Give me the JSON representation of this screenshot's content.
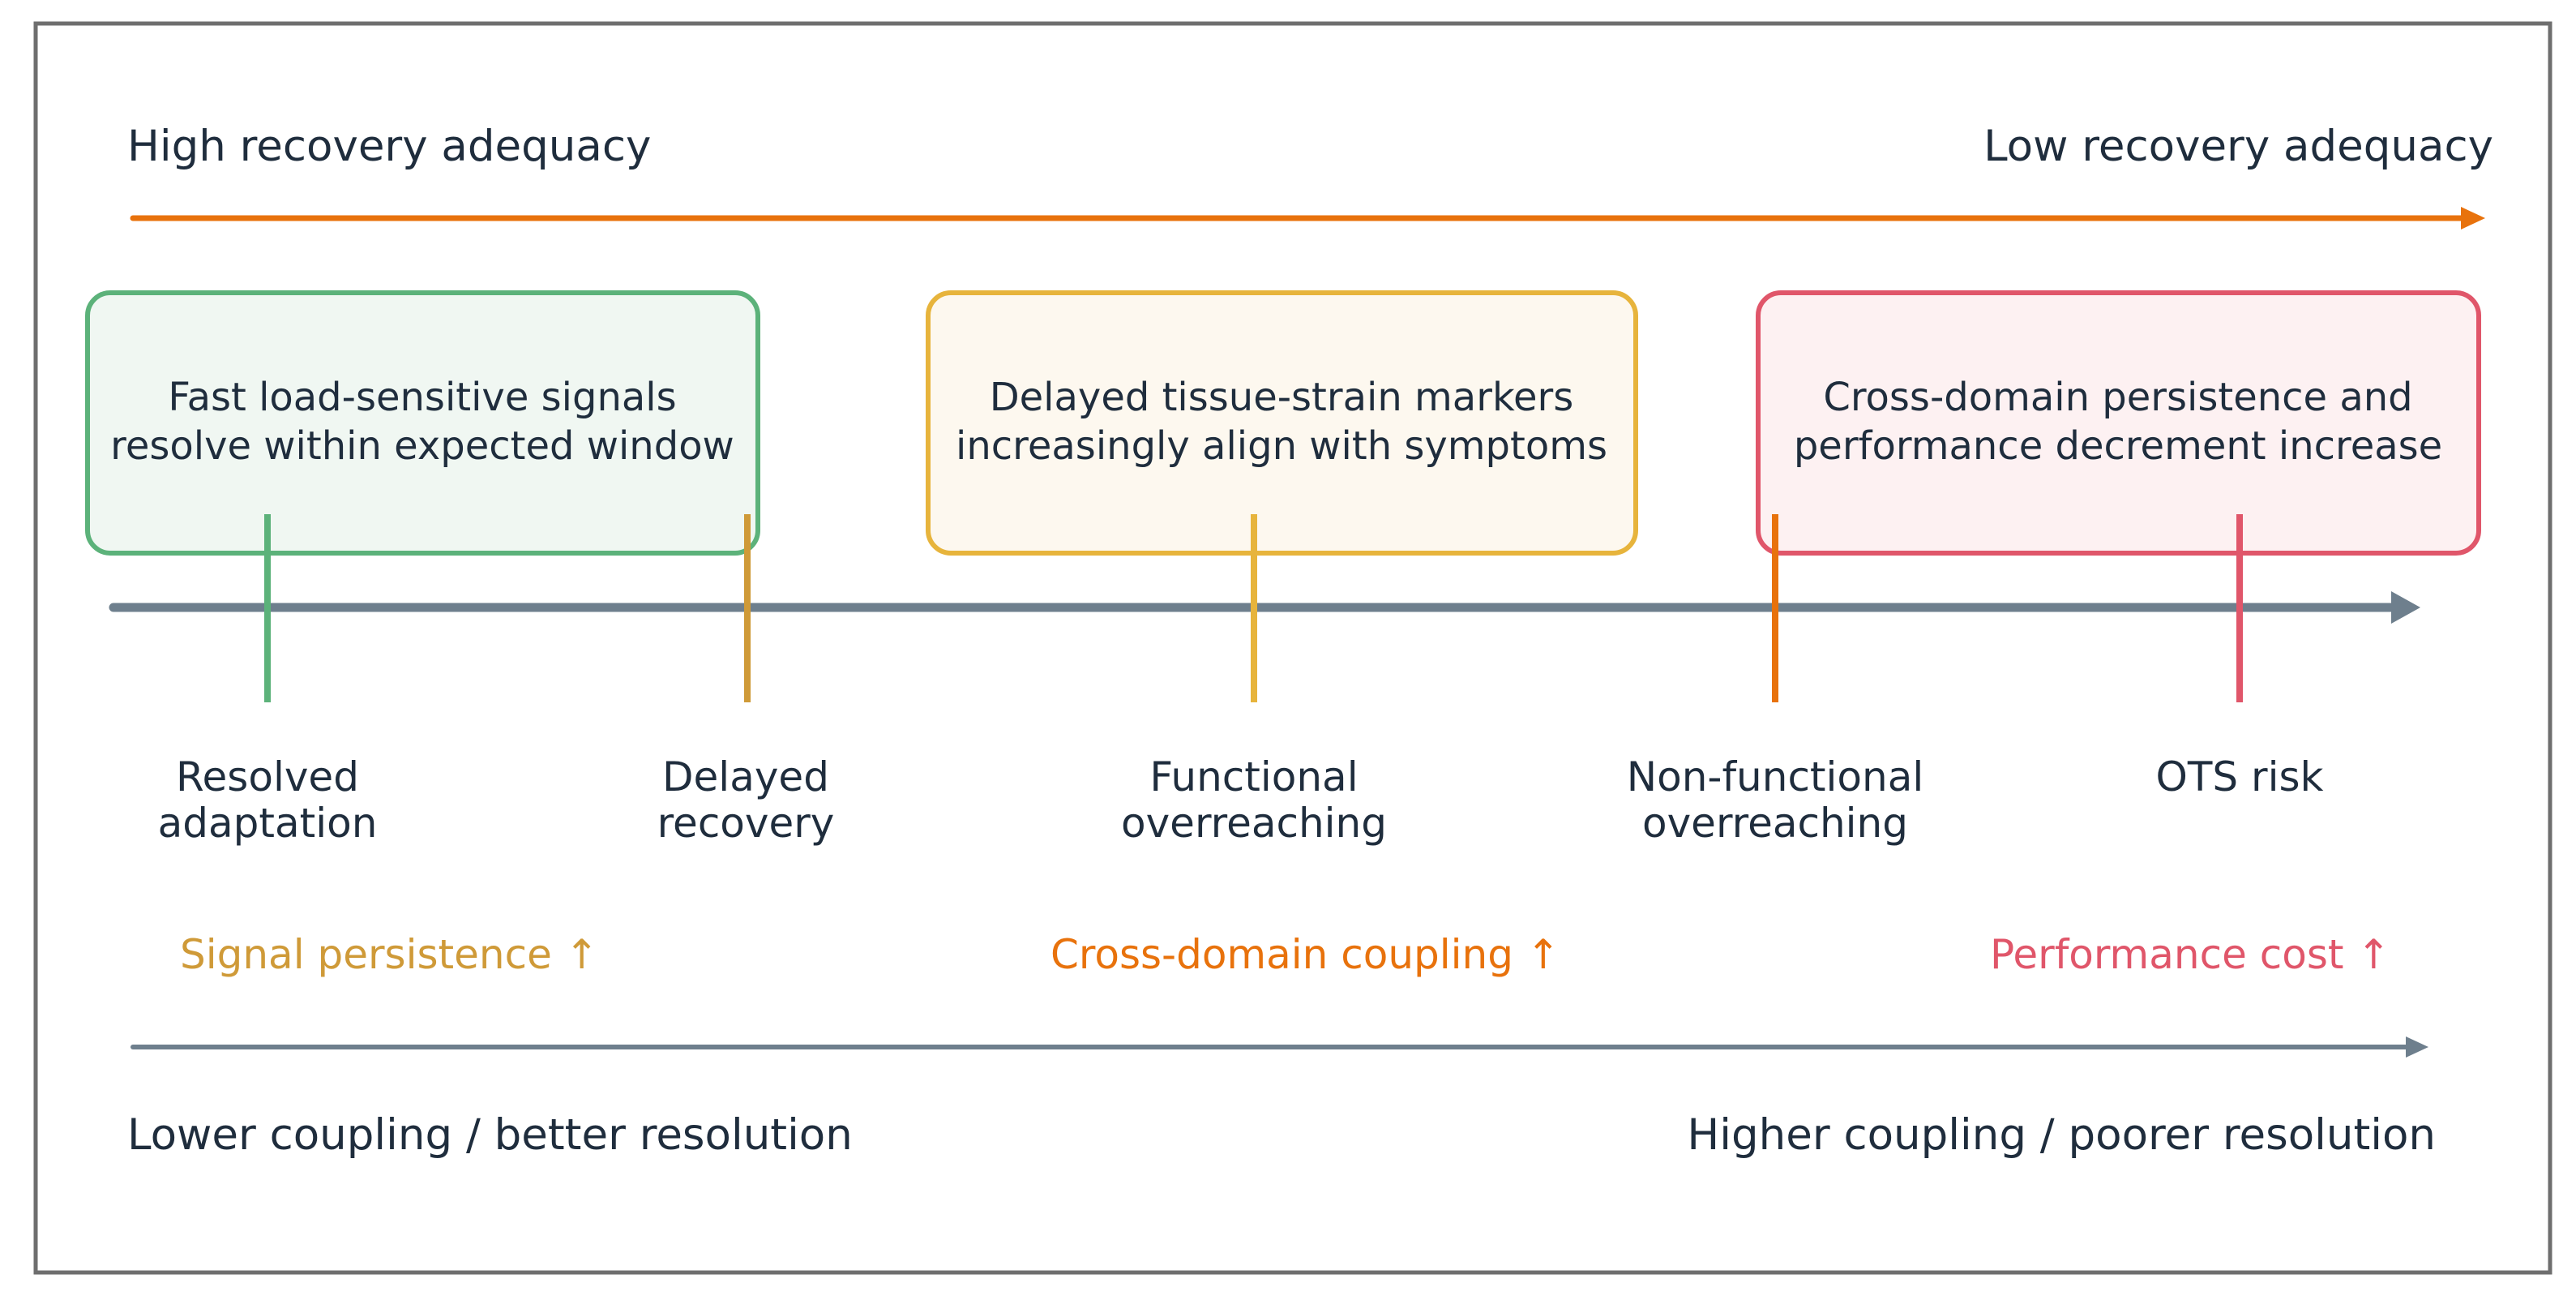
{
  "colors": {
    "frame": "#6e6e6e",
    "text": "#1f2d3d",
    "axis": "#6e7f8d",
    "orange": "#e8720c",
    "green": "#5cb27a",
    "green_fill": "#f0f7f2",
    "yellow": "#e7b43c",
    "yellow_fill": "#fdf8ef",
    "amber": "#cf9a38",
    "red": "#e0566a",
    "red_fill": "#fdf1f2"
  },
  "top_axis": {
    "left_label": "High recovery adequacy",
    "right_label": "Low recovery adequacy"
  },
  "boxes": [
    {
      "line1": "Fast load-sensitive signals",
      "line2": "resolve within expected window"
    },
    {
      "line1": "Delayed tissue-strain markers",
      "line2": "increasingly align with symptoms"
    },
    {
      "line1": "Cross-domain persistence and",
      "line2": "performance decrement increase"
    }
  ],
  "stages": [
    {
      "line1": "Resolved",
      "line2": "adaptation"
    },
    {
      "line1": "Delayed",
      "line2": "recovery"
    },
    {
      "line1": "Functional",
      "line2": "overreaching"
    },
    {
      "line1": "Non-functional",
      "line2": "overreaching"
    },
    {
      "line1": "OTS risk",
      "line2": ""
    }
  ],
  "trends": [
    {
      "label": "Signal persistence ↑"
    },
    {
      "label": "Cross-domain coupling ↑"
    },
    {
      "label": "Performance cost ↑"
    }
  ],
  "bottom_axis": {
    "left_label": "Lower coupling / better resolution",
    "right_label": "Higher coupling / poorer resolution"
  }
}
